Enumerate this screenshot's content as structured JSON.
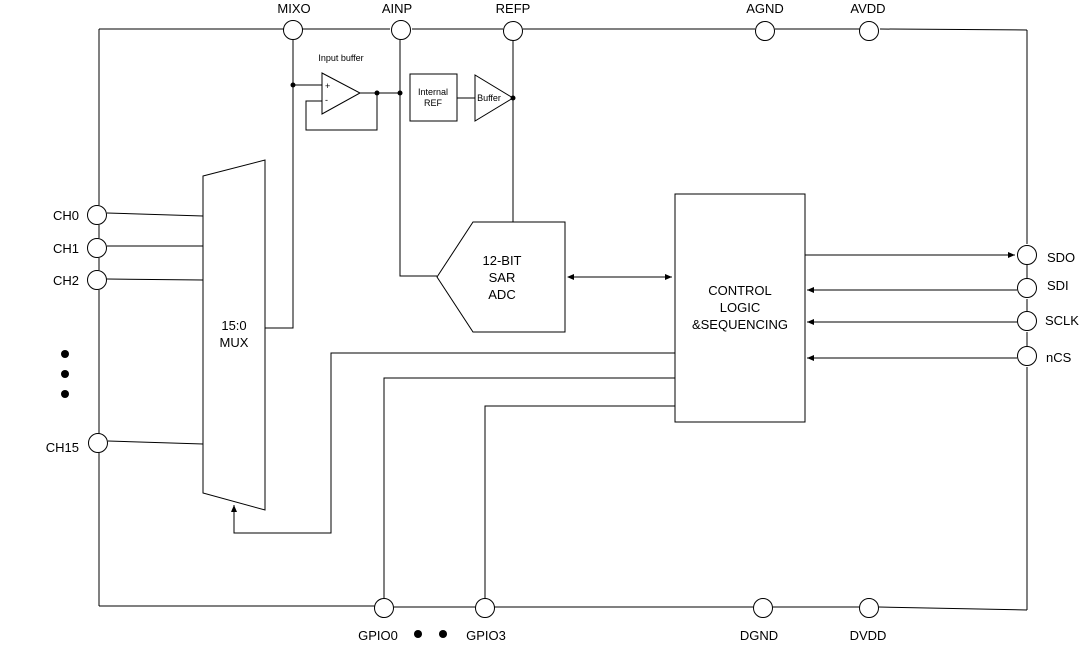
{
  "top_pins": {
    "mixo": "MIXO",
    "ainp": "AINP",
    "refp": "REFP",
    "agnd": "AGND",
    "avdd": "AVDD"
  },
  "bottom_pins": {
    "gpio0": "GPIO0",
    "gpio3": "GPIO3",
    "dgnd": "DGND",
    "dvdd": "DVDD"
  },
  "left_pins": {
    "ch0": "CH0",
    "ch1": "CH1",
    "ch2": "CH2",
    "ch15": "CH15"
  },
  "right_pins": {
    "sdo": "SDO",
    "sdi": "SDI",
    "sclk": "SCLK",
    "ncs": "nCS"
  },
  "blocks": {
    "input_buffer_label": "Input buffer",
    "opamp_plus": "+",
    "opamp_minus": "-",
    "internal_ref_line1": "Internal",
    "internal_ref_line2": "REF",
    "ref_buffer": "Buffer",
    "adc_line1": "12-BIT",
    "adc_line2": "SAR",
    "adc_line3": "ADC",
    "control_line1": "CONTROL",
    "control_line2": "LOGIC",
    "control_line3": "&SEQUENCING",
    "mux_line1": "15:0",
    "mux_line2": "MUX"
  }
}
